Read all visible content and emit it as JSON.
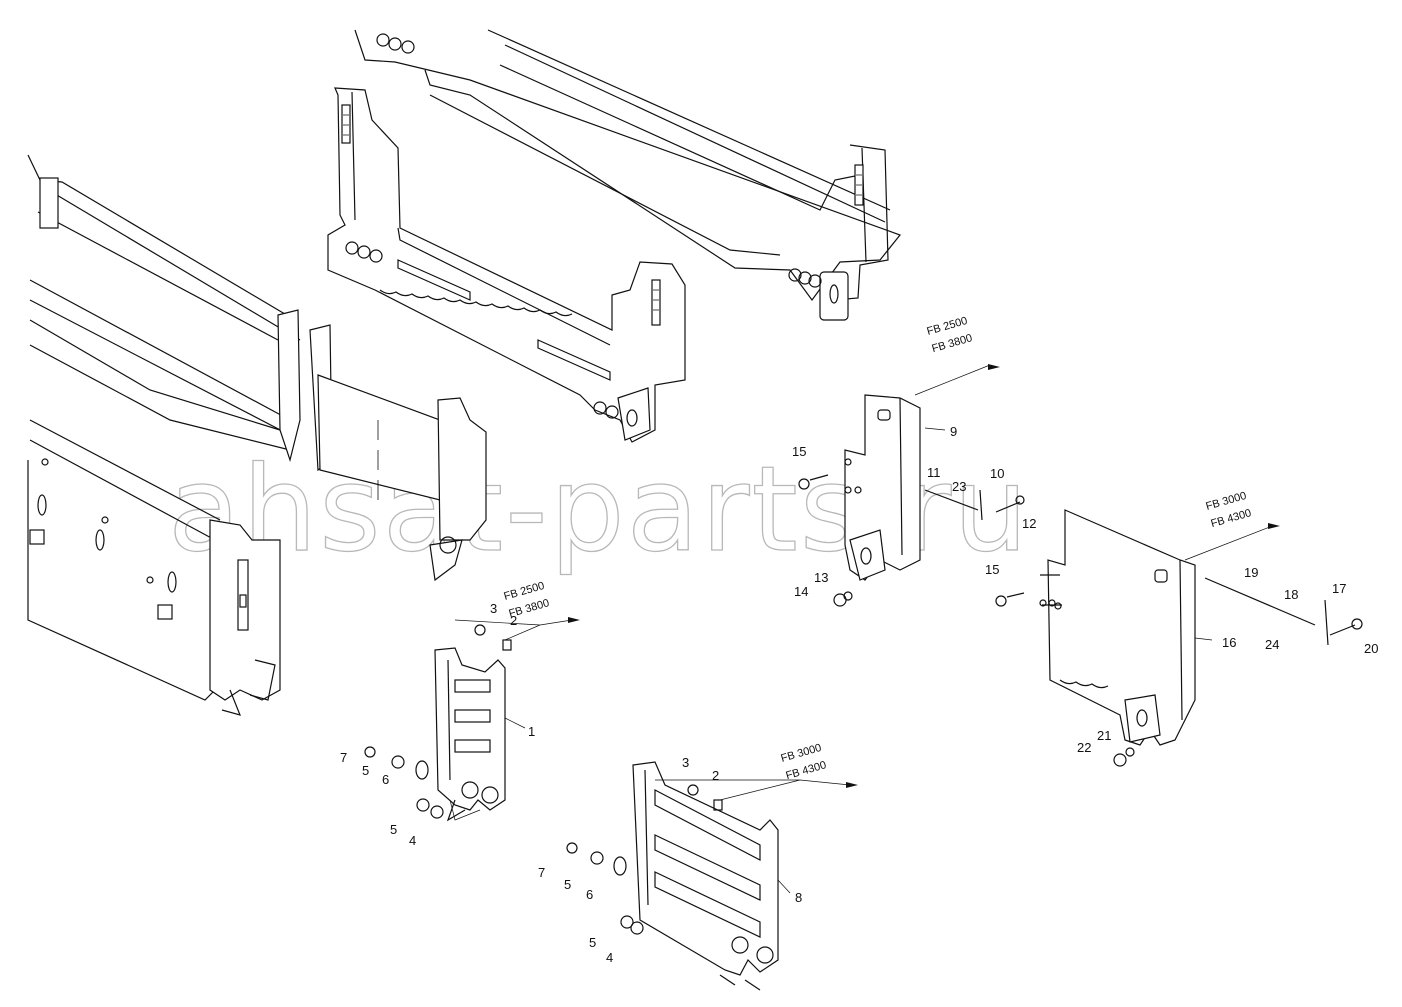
{
  "watermark": "ahsat-parts.ru",
  "callouts": [
    {
      "id": "c1",
      "text": "1"
    },
    {
      "id": "c2a",
      "text": "2"
    },
    {
      "id": "c2b",
      "text": "2"
    },
    {
      "id": "c3a",
      "text": "3"
    },
    {
      "id": "c3b",
      "text": "3"
    },
    {
      "id": "c4a",
      "text": "4"
    },
    {
      "id": "c4b",
      "text": "4"
    },
    {
      "id": "c5a",
      "text": "5"
    },
    {
      "id": "c5b",
      "text": "5"
    },
    {
      "id": "c5c",
      "text": "5"
    },
    {
      "id": "c5d",
      "text": "5"
    },
    {
      "id": "c6a",
      "text": "6"
    },
    {
      "id": "c6b",
      "text": "6"
    },
    {
      "id": "c7a",
      "text": "7"
    },
    {
      "id": "c7b",
      "text": "7"
    },
    {
      "id": "c8",
      "text": "8"
    },
    {
      "id": "c9",
      "text": "9"
    },
    {
      "id": "c10",
      "text": "10"
    },
    {
      "id": "c11",
      "text": "11"
    },
    {
      "id": "c12",
      "text": "12"
    },
    {
      "id": "c13",
      "text": "13"
    },
    {
      "id": "c14",
      "text": "14"
    },
    {
      "id": "c15a",
      "text": "15"
    },
    {
      "id": "c15b",
      "text": "15"
    },
    {
      "id": "c16",
      "text": "16"
    },
    {
      "id": "c17",
      "text": "17"
    },
    {
      "id": "c18",
      "text": "18"
    },
    {
      "id": "c19",
      "text": "19"
    },
    {
      "id": "c20",
      "text": "20"
    },
    {
      "id": "c21",
      "text": "21"
    },
    {
      "id": "c22",
      "text": "22"
    },
    {
      "id": "c23",
      "text": "23"
    },
    {
      "id": "c24",
      "text": "24"
    }
  ],
  "fork_widths": [
    {
      "id": "fw1",
      "lines": [
        "FB 2500",
        "FB 3800"
      ]
    },
    {
      "id": "fw2",
      "lines": [
        "FB 3000",
        "FB 4300"
      ]
    },
    {
      "id": "fw3",
      "lines": [
        "FB 2500",
        "FB 3800"
      ]
    },
    {
      "id": "fw4",
      "lines": [
        "FB 3000",
        "FB 4300"
      ]
    }
  ]
}
